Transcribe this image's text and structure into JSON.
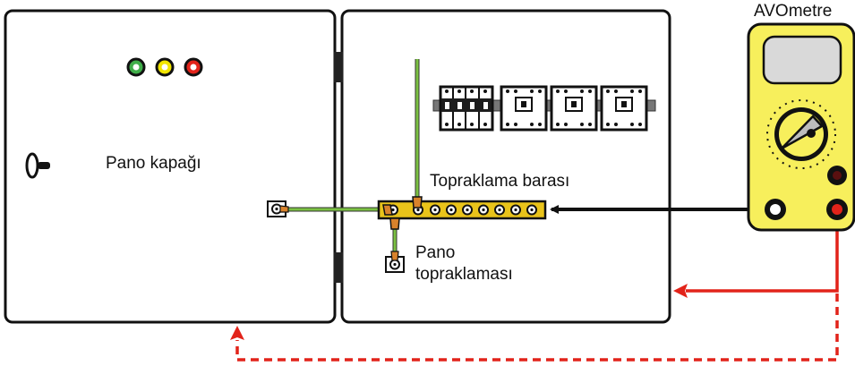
{
  "labels": {
    "panel_door": "Pano kapağı",
    "ground_bar": "Topraklama barası",
    "panel_ground_line1": "Pano",
    "panel_ground_line2": "topraklaması",
    "meter": "AVOmetre"
  },
  "colors": {
    "outline": "#111111",
    "ground_wire": "#7bc142",
    "probe_black": "#111111",
    "probe_red": "#e2231a",
    "meter_body": "#f7ef5c",
    "bus_bar": "#e9c31a",
    "lamp_green": "#3fae49",
    "lamp_yellow": "#f2e500",
    "lamp_red": "#e2231a"
  },
  "icons": [
    "handle-icon",
    "indicator-lamp-icon",
    "breaker-icon",
    "contactor-icon",
    "terminal-screw-icon",
    "meter-dial-icon",
    "arrow-icon"
  ]
}
